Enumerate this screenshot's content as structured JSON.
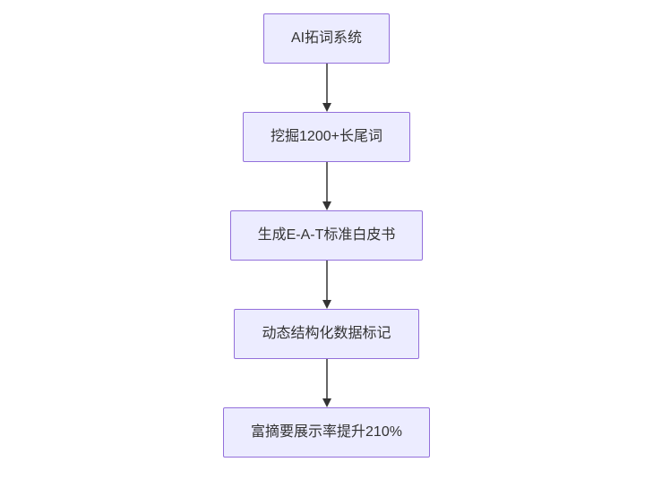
{
  "diagram": {
    "type": "flowchart",
    "direction": "top-down",
    "nodes": [
      {
        "id": "A",
        "label": "AI拓词系统"
      },
      {
        "id": "B",
        "label": "挖掘1200+长尾词"
      },
      {
        "id": "C",
        "label": "生成E-A-T标准白皮书"
      },
      {
        "id": "D",
        "label": "动态结构化数据标记"
      },
      {
        "id": "E",
        "label": "富摘要展示率提升210%"
      }
    ],
    "edges": [
      {
        "from": "A",
        "to": "B"
      },
      {
        "from": "B",
        "to": "C"
      },
      {
        "from": "C",
        "to": "D"
      },
      {
        "from": "D",
        "to": "E"
      }
    ],
    "colors": {
      "background": "#ffffff",
      "node_fill": "#ECECFF",
      "node_border": "#9370DB",
      "arrow": "#333333",
      "text": "#333333"
    },
    "arrow_style": "filled-triangle-down"
  }
}
